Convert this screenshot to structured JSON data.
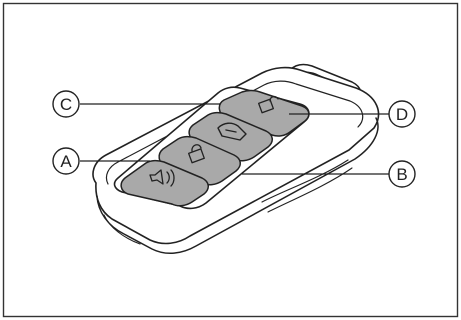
{
  "figure": {
    "callouts": {
      "a": "A",
      "b": "B",
      "c": "C",
      "d": "D"
    },
    "buttons": [
      {
        "id": "A",
        "icon": "horn-icon"
      },
      {
        "id": "B",
        "icon": "lock-icon"
      },
      {
        "id": "C",
        "icon": "trunk-icon"
      },
      {
        "id": "D",
        "icon": "unlock-icon"
      }
    ],
    "colors": {
      "outline": "#222222",
      "button_fill": "#a9a9a9",
      "body_fill": "#ffffff",
      "frame": "#333333"
    }
  }
}
